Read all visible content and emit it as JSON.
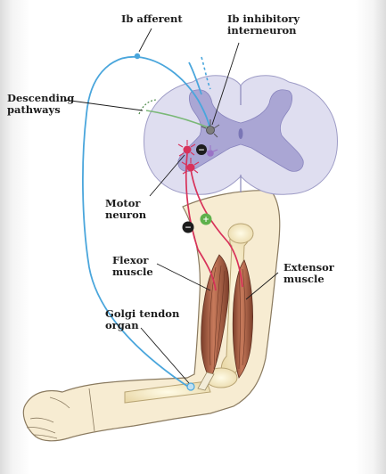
{
  "labels": {
    "ib_afferent": "Ib afferent",
    "ib_inhibitory_interneuron": [
      "Ib inhibitory",
      "interneuron"
    ],
    "descending_pathways": [
      "Descending",
      "pathways"
    ],
    "motor_neuron": [
      "Motor",
      "neuron"
    ],
    "flexor_muscle": [
      "Flexor",
      "muscle"
    ],
    "extensor_muscle": [
      "Extensor",
      "muscle"
    ],
    "golgi_tendon_organ": [
      "Golgi tendon",
      "organ"
    ]
  },
  "signs": {
    "interneuron": "−",
    "flexor_path": "−",
    "extensor_path": "+"
  },
  "colors": {
    "afferent": "#4aa6dc",
    "motor_axon": "#d8325a",
    "descending": "#7ab877",
    "grey_matter": "#aaa6d4",
    "white_matter": "#dfdef0",
    "skin": "#f7ecd2",
    "skin_outline": "#8a7a5f",
    "muscle": "#b86a4e",
    "inhibitory_sign_bg": "#1c1c1c",
    "excitatory_sign_bg": "#5eb14b"
  }
}
